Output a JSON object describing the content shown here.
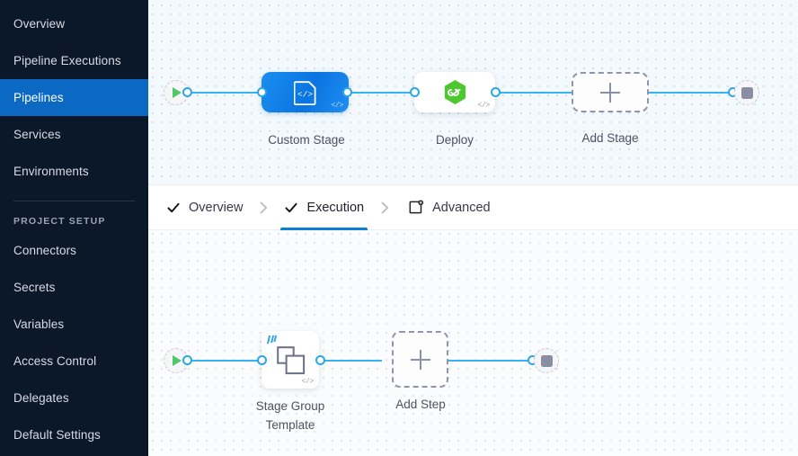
{
  "sidebar": {
    "items": [
      {
        "label": "Overview",
        "active": false
      },
      {
        "label": "Pipeline Executions",
        "active": false
      },
      {
        "label": "Pipelines",
        "active": true
      },
      {
        "label": "Services",
        "active": false
      },
      {
        "label": "Environments",
        "active": false
      }
    ],
    "section_title": "PROJECT SETUP",
    "setup_items": [
      {
        "label": "Connectors"
      },
      {
        "label": "Secrets"
      },
      {
        "label": "Variables"
      },
      {
        "label": "Access Control"
      },
      {
        "label": "Delegates"
      },
      {
        "label": "Default Settings"
      }
    ],
    "active_color": "#0b69c4",
    "background_color": "#0b1829"
  },
  "tabs": {
    "items": [
      {
        "label": "Overview",
        "icon": "check-icon",
        "active": false
      },
      {
        "label": "Execution",
        "icon": "check-icon",
        "active": true
      },
      {
        "label": "Advanced",
        "icon": "advanced-settings-icon",
        "active": false
      }
    ],
    "separator_icon": "chevron-right-icon",
    "active_underline_color": "#0b7fd4"
  },
  "stage_graph": {
    "start_node": {
      "icon": "play-icon",
      "color": "#4dc86b"
    },
    "end_node": {
      "icon": "stop-icon",
      "color": "#8b8da3"
    },
    "nodes": [
      {
        "label": "Custom Stage",
        "icon": "custom-stage-code-icon",
        "type": "stage",
        "selected": true,
        "badge": "</>"
      },
      {
        "label": "Deploy",
        "icon": "deploy-cd-hexagon-icon",
        "type": "stage",
        "selected": false,
        "badge": "</>"
      },
      {
        "label": "Add Stage",
        "icon": "plus-icon",
        "type": "add"
      }
    ],
    "edge_color": "#37b3ef"
  },
  "step_graph": {
    "start_node": {
      "icon": "play-icon",
      "color": "#4dc86b"
    },
    "end_node": {
      "icon": "stop-icon",
      "color": "#8b8da3"
    },
    "nodes": [
      {
        "label": "Stage Group Template",
        "label_line1": "Stage Group",
        "label_line2": "Template",
        "icon": "template-layers-icon",
        "type": "step",
        "badge": "</>"
      },
      {
        "label": "Add Step",
        "icon": "plus-icon",
        "type": "add"
      }
    ],
    "edge_color": "#37b3ef"
  }
}
